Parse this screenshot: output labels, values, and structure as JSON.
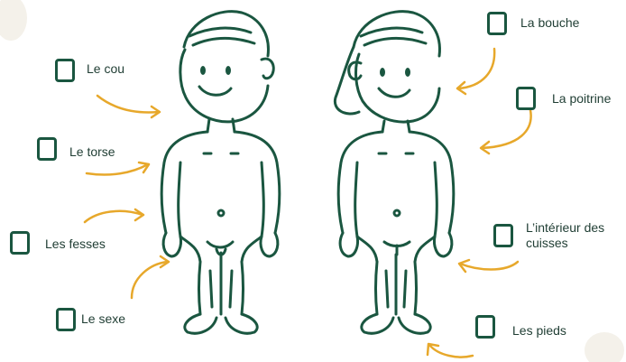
{
  "colors": {
    "outline": "#1a5640",
    "arrow": "#e7a82b",
    "checkbox": "#1a5640",
    "text": "#1f3d33"
  },
  "labels": {
    "cou": "Le cou",
    "torse": "Le torse",
    "fesses": "Les fesses",
    "sexe": "Le sexe",
    "bouche": "La bouche",
    "poitrine": "La poitrine",
    "interieur_cuisses": "L’intérieur des cuisses",
    "pieds": "Les pieds"
  },
  "checkboxes": {
    "checked_count": 0
  }
}
